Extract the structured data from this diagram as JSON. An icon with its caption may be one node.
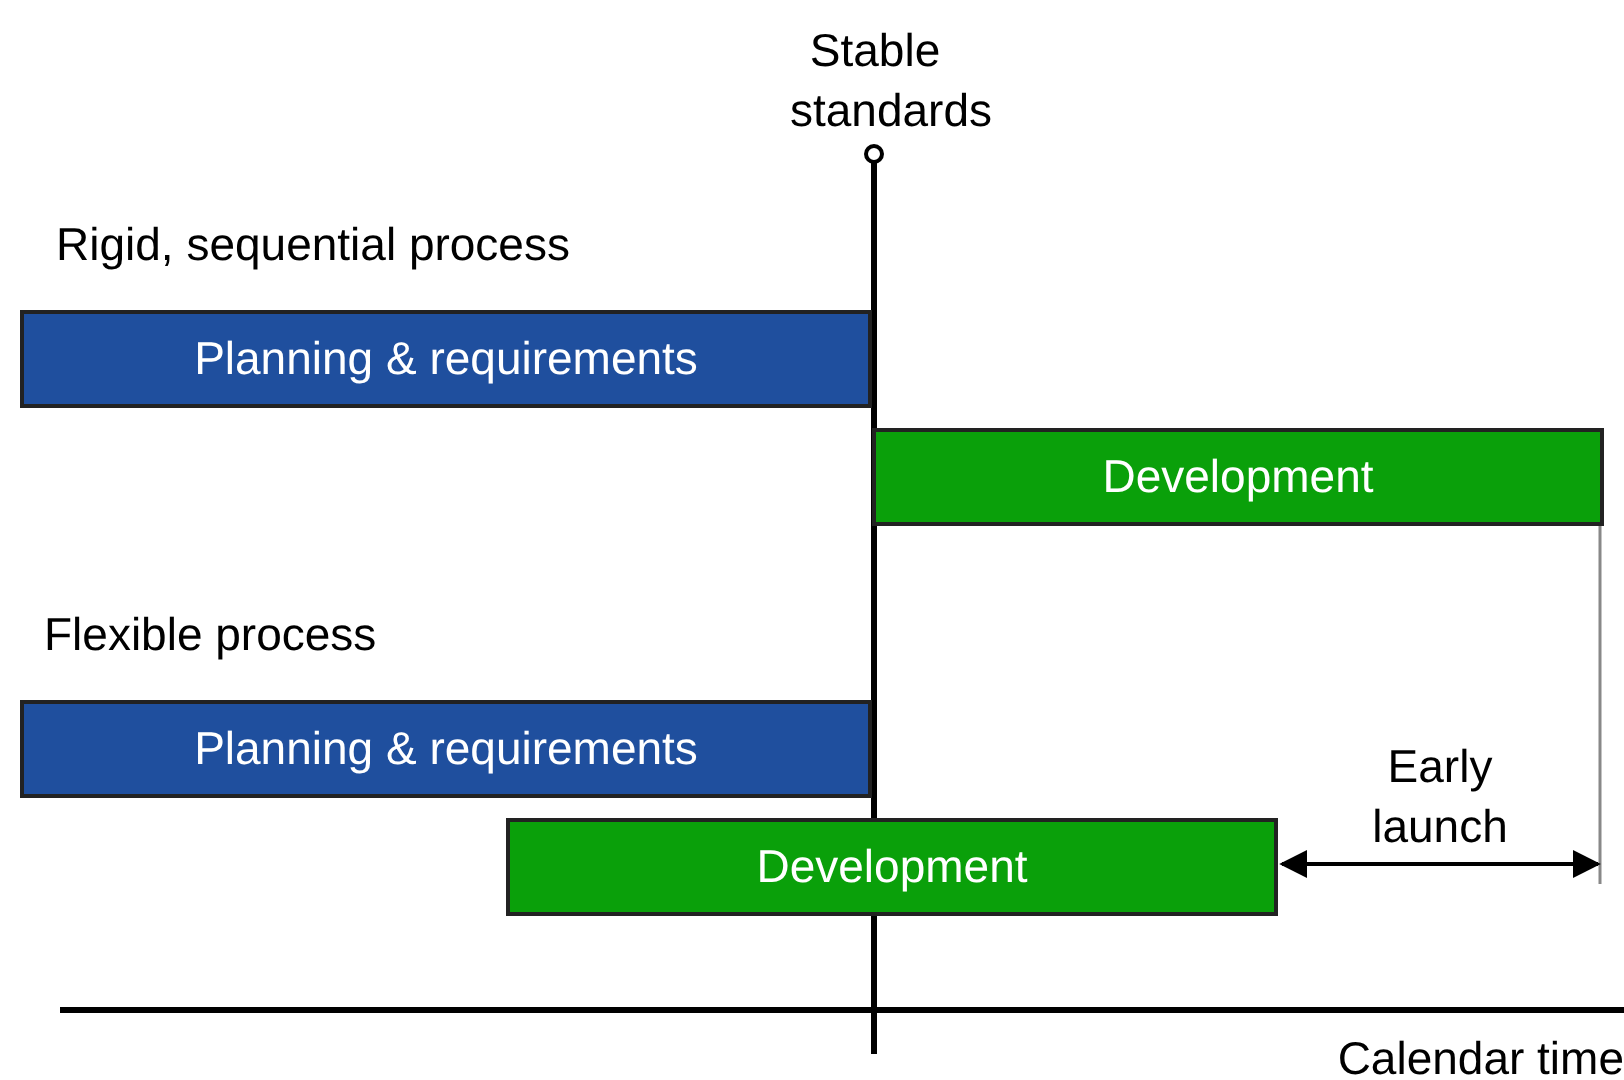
{
  "diagram": {
    "nodes": [
      {
        "text": [
          "Planning & requirements"
        ]
      },
      {
        "text": [
          "Development"
        ]
      },
      {
        "text": [
          "Planning & requirements"
        ]
      },
      {
        "text": [
          "Development"
        ]
      }
    ],
    "labels": [
      "Stable standards",
      "Rigid, sequential process",
      "Flexible process",
      "Early launch",
      "Calendar time"
    ]
  }
}
